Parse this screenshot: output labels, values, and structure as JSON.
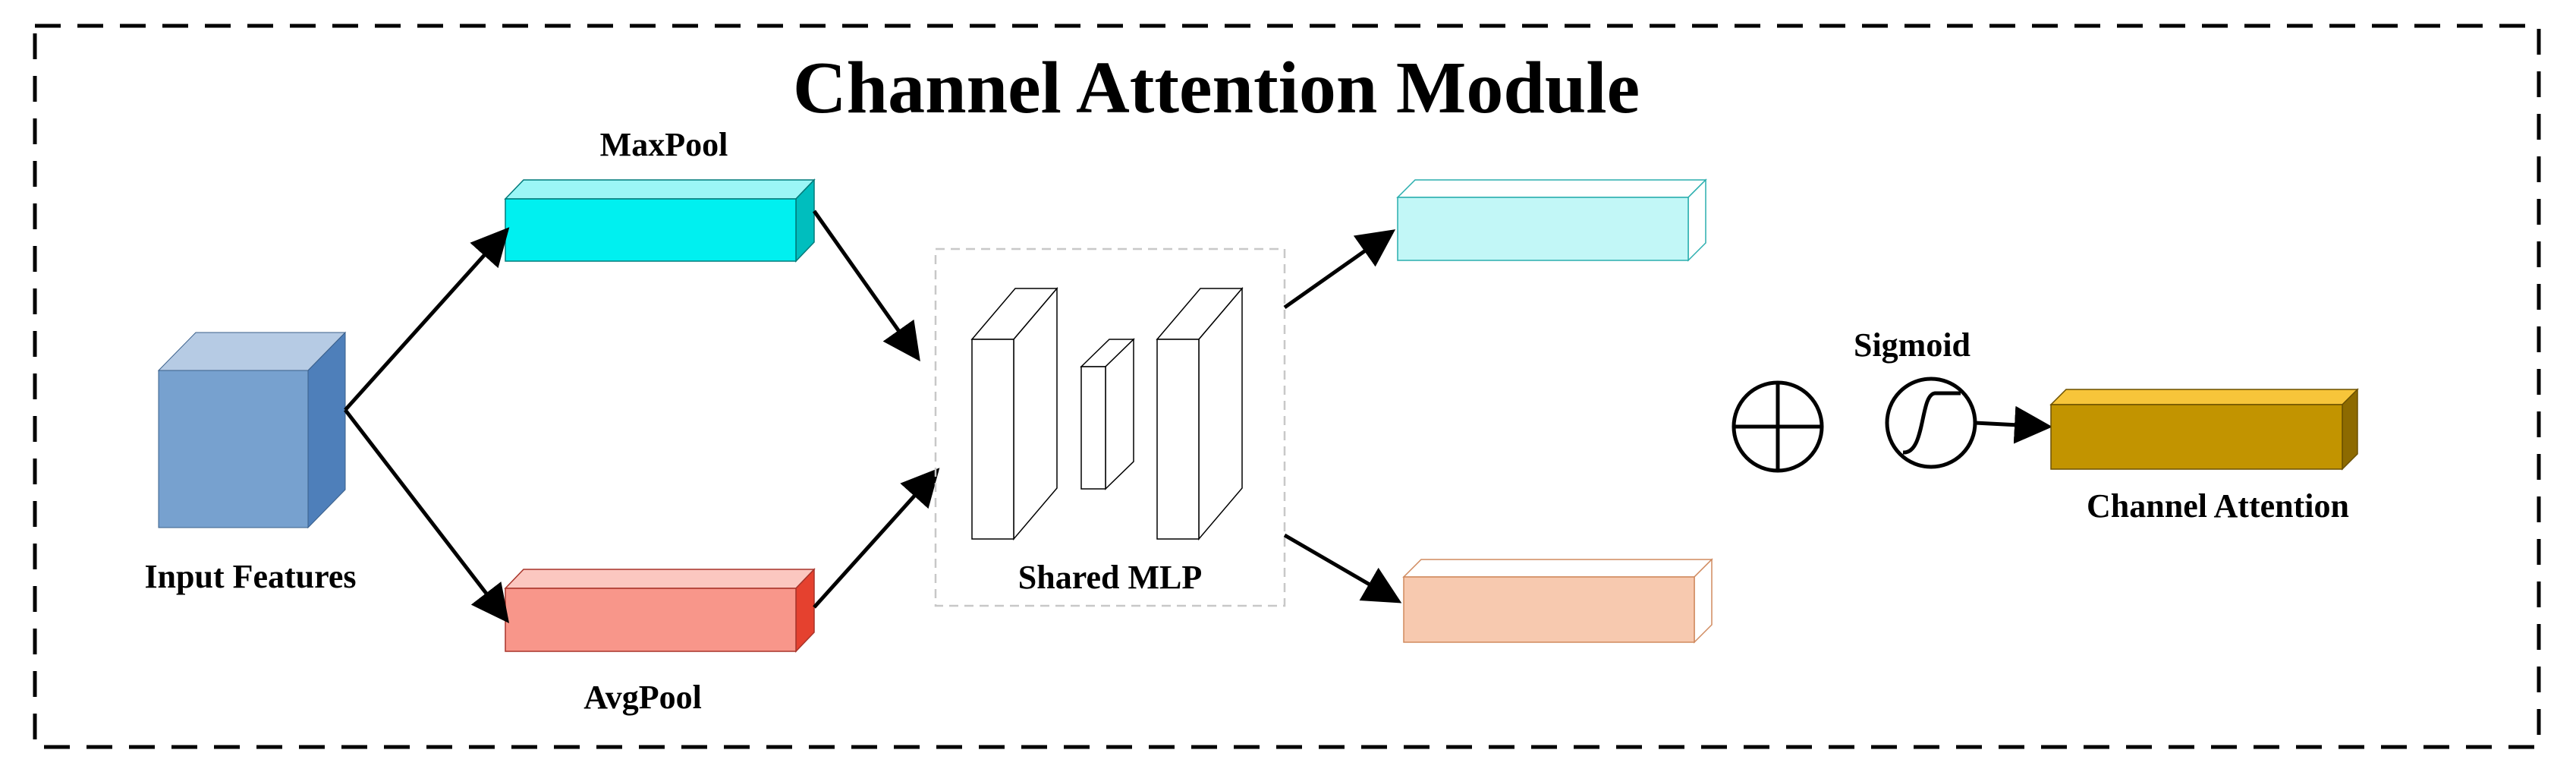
{
  "title": "Channel Attention Module",
  "labels": {
    "input": "Input Features",
    "maxpool": "MaxPool",
    "avgpool": "AvgPool",
    "mlp": "Shared MLP",
    "sigmoid": "Sigmoid",
    "output": "Channel Attention"
  },
  "colors": {
    "input_front": "#77A1CF",
    "input_top": "#B6CBE4",
    "input_side": "#4E7FBA",
    "maxpool_front": "#00F0F0",
    "maxpool_top": "#9BF6F6",
    "maxpool_side": "#00BEBE",
    "avgpool_front": "#F8968A",
    "avgpool_top": "#FBC7C0",
    "avgpool_side": "#E5412F",
    "mlp_out_top_front": "#C2F7F7",
    "mlp_out_bottom_front": "#F7C9AF",
    "output_front": "#C29400",
    "output_top": "#F7C53A",
    "output_side": "#8D6A00"
  }
}
